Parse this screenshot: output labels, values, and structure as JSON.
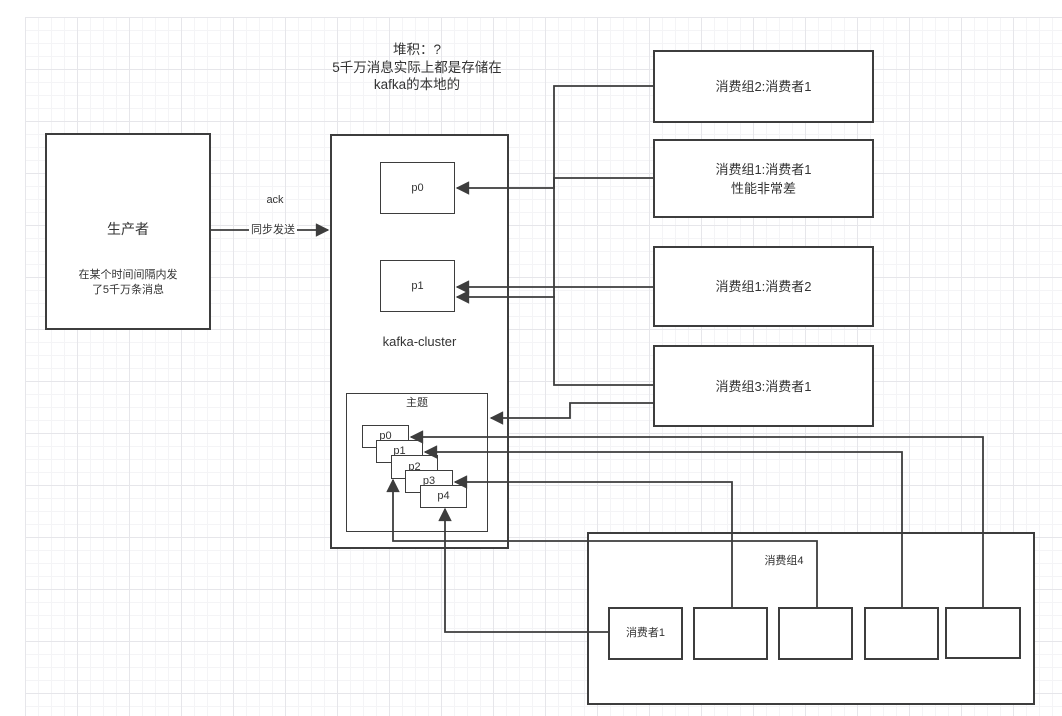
{
  "title": {
    "line1": "堆积：?",
    "line2": "5千万消息实际上都是存储在",
    "line3": "kafka的本地的"
  },
  "producer": {
    "label": "生产者",
    "note_line1": "在某个时间间隔内发",
    "note_line2": "了5千万条消息"
  },
  "arrow_labels": {
    "ack": "ack",
    "sync": "同步发送"
  },
  "cluster": {
    "label": "kafka-cluster",
    "partitions": [
      "p0",
      "p1"
    ]
  },
  "topic": {
    "label": "主题",
    "partitions": [
      "p0",
      "p1",
      "p2",
      "p3",
      "p4"
    ]
  },
  "consumers": [
    {
      "label": "消费组2:消费者1",
      "sub": ""
    },
    {
      "label": "消费组1:消费者1",
      "sub": "性能非常差"
    },
    {
      "label": "消费组1:消费者2",
      "sub": ""
    },
    {
      "label": "消费组3:消费者1",
      "sub": ""
    }
  ],
  "group4": {
    "label": "消费组4",
    "members": [
      "消费者1",
      "",
      "",
      "",
      ""
    ]
  },
  "colors": {
    "stroke": "#3d3d3d",
    "text": "#333333",
    "background": "#ffffff",
    "grid_minor": "#f4f4f6",
    "grid_major": "#e6e6ea"
  }
}
